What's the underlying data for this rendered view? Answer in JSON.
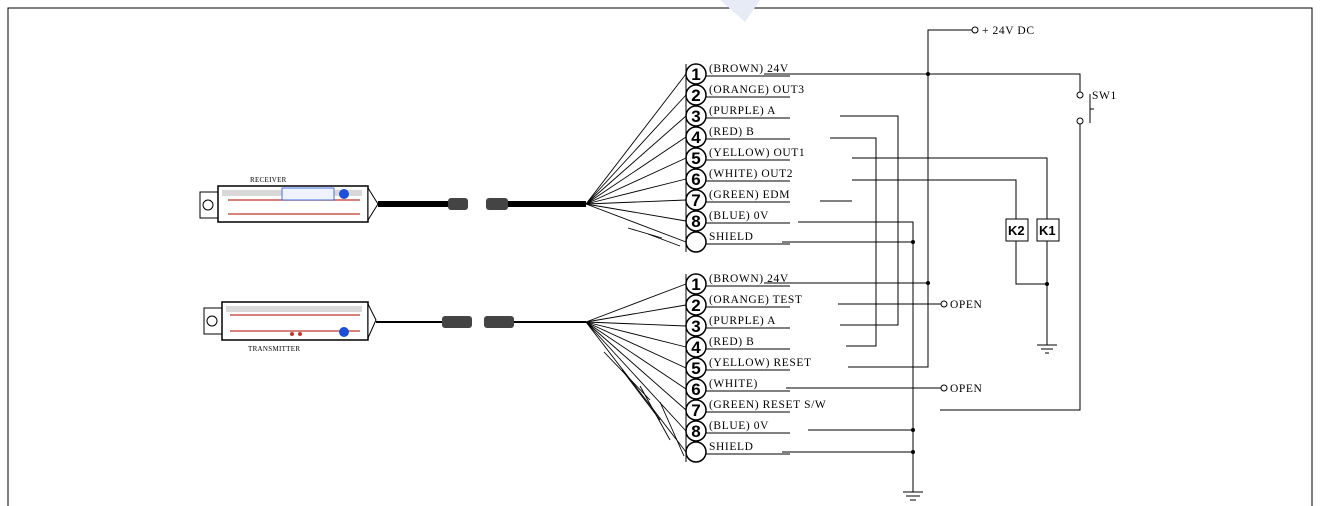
{
  "supply_label": "+ 24V DC",
  "switch_label": "SW1",
  "relays": [
    "K2",
    "K1"
  ],
  "open_label": "OPEN",
  "receiver": {
    "label": "RECEIVER",
    "pins": [
      {
        "num": "1",
        "label": "(BROWN) 24V"
      },
      {
        "num": "2",
        "label": "(ORANGE) OUT3"
      },
      {
        "num": "3",
        "label": "(PURPLE) A"
      },
      {
        "num": "4",
        "label": "(RED) B"
      },
      {
        "num": "5",
        "label": "(YELLOW) OUT1"
      },
      {
        "num": "6",
        "label": "(WHITE) OUT2"
      },
      {
        "num": "7",
        "label": "(GREEN) EDM"
      },
      {
        "num": "8",
        "label": "(BLUE) 0V"
      },
      {
        "num": "",
        "label": "SHIELD"
      }
    ]
  },
  "transmitter": {
    "label": "TRANSMITTER",
    "pins": [
      {
        "num": "1",
        "label": "(BROWN) 24V"
      },
      {
        "num": "2",
        "label": "(ORANGE) TEST"
      },
      {
        "num": "3",
        "label": "(PURPLE) A"
      },
      {
        "num": "4",
        "label": "(RED) B"
      },
      {
        "num": "5",
        "label": "(YELLOW) RESET"
      },
      {
        "num": "6",
        "label": "(WHITE)"
      },
      {
        "num": "7",
        "label": "(GREEN) RESET S/W"
      },
      {
        "num": "8",
        "label": "(BLUE) 0V"
      },
      {
        "num": "",
        "label": "SHIELD"
      }
    ]
  },
  "colors": {
    "line": "#000000",
    "stripe": "#c0392b",
    "lens": "#1e4fd8",
    "frame": "#000000"
  }
}
